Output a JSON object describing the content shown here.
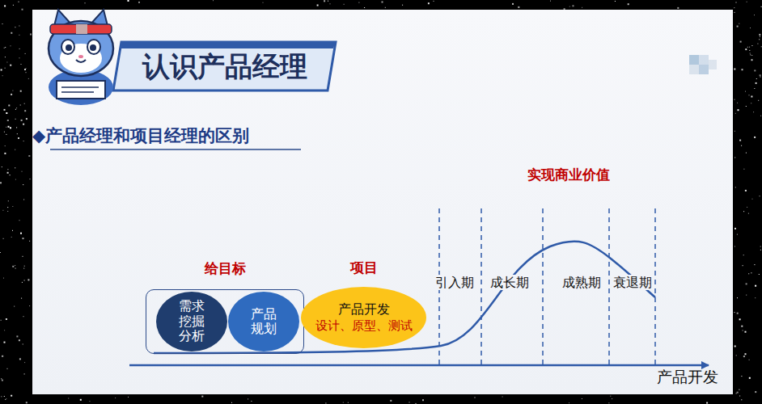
{
  "diagram": {
    "title": "认识产品经理",
    "nodes": [
      {
        "text": [
          "给目标"
        ]
      },
      {
        "text": [
          "需求挖掘分析"
        ],
        "in": 0
      },
      {
        "text": [
          "产品规划"
        ],
        "in": 0
      },
      {
        "text": [
          "项目",
          "产品开发",
          "设计、原型、测试"
        ]
      }
    ],
    "labels": [
      "◆产品经理和项目经理的区别",
      "实现商业价值",
      "引入期",
      "成长期",
      "成熟期",
      "衰退期",
      "产品开发"
    ]
  }
}
